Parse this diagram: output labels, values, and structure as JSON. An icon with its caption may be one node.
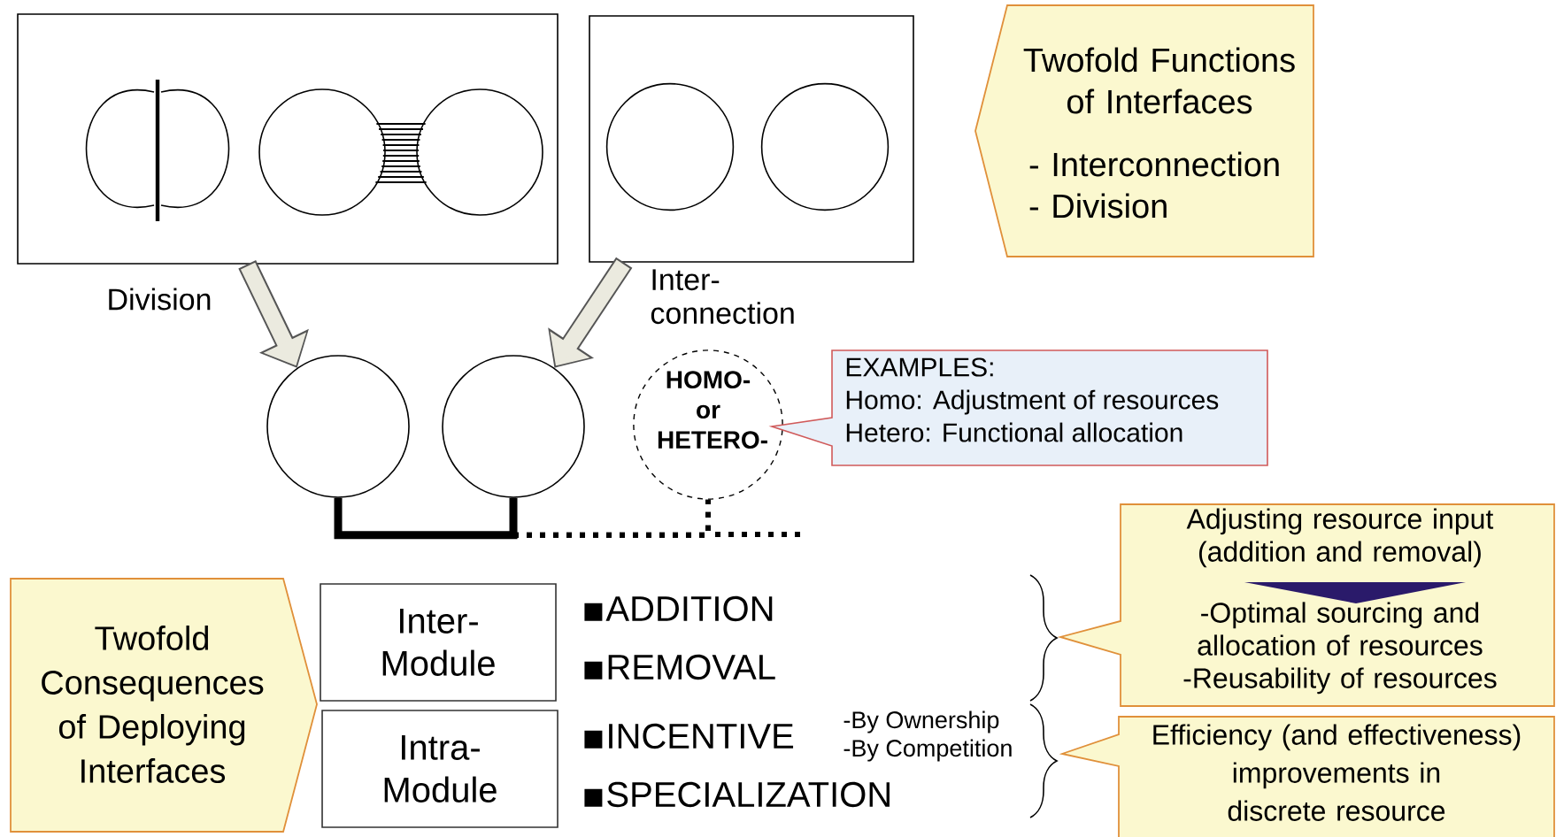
{
  "diagram": {
    "nodes": [
      {
        "text": [],
        "shape": "box"
      },
      {
        "text": [],
        "shape": "box"
      },
      {
        "text": [
          "Twofold Functions of Interfaces",
          "- Interconnection",
          "- Division"
        ]
      },
      {
        "text": [],
        "shape": "circle"
      },
      {
        "text": [],
        "shape": "circle"
      },
      {
        "text": [
          "HOMO- or HETERO-"
        ]
      },
      {
        "text": [
          "EXAMPLES:",
          "Homo: Adjustment of resources",
          "Hetero: Functional allocation"
        ]
      },
      {
        "text": [
          "Twofold Consequences of Deploying Interfaces"
        ]
      },
      {
        "text": [
          "Inter- Module"
        ]
      },
      {
        "text": [
          "Intra- Module"
        ]
      },
      {
        "text": [
          "Adjusting resource input (addition and removal)",
          "-Optimal sourcing and allocation of resources",
          "-Reusability of resources"
        ]
      },
      {
        "text": [
          "Efficiency (and effectiveness) improvements in discrete resource"
        ]
      }
    ],
    "edges": [
      {
        "from": 0,
        "to": 3,
        "arrow": "to",
        "label": "Division",
        "style": "thick"
      },
      {
        "from": 1,
        "to": 4,
        "arrow": "to",
        "label": "Inter- connection",
        "style": "thick"
      },
      {
        "from": 3,
        "to": 4,
        "arrow": "none"
      },
      {
        "from": 4,
        "to": 5,
        "arrow": "none",
        "style": "dashed"
      },
      {
        "from": 3,
        "to": 5,
        "arrow": "none",
        "style": "dashed"
      }
    ],
    "labels": [
      "ADDITION",
      "REMOVAL",
      "INCENTIVE",
      "-By Ownership",
      "-By Competition",
      "SPECIALIZATION"
    ]
  }
}
